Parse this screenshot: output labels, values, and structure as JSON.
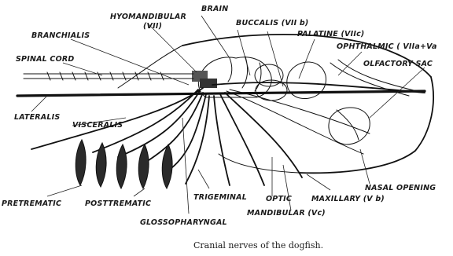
{
  "labels": {
    "brain": "BRAIN",
    "hyomandibular": "HYOMANDIBULAR",
    "hyomandibular_num": "(VII)",
    "buccalis": "BUCCALIS (VII b)",
    "palatine": "PALATINE (VIIc)",
    "ophthalmic": "OPHTHALMIC ( VIIa+Va",
    "olfactory_sac": "OLFACTORY SAC",
    "branchialis": "BRANCHIALIS",
    "spinal_cord": "SPINAL CORD",
    "lateralis": "LATERALIS",
    "visceralis": "VISCERALIS",
    "pretrematic": "PRETREMATIC",
    "posttrematic": "POSTTREMATIC",
    "trigeminal": "TRIGEMINAL",
    "glossopharyngeal": "GLOSSOPHARYNGAL",
    "mandibular": "MANDIBULAR (Vc)",
    "optic": "OPTIC",
    "maxillary": "MAXILLARY (V b)",
    "nasal_opening": "NASAL OPENING"
  },
  "caption": "Cranial nerves of the dogfish."
}
